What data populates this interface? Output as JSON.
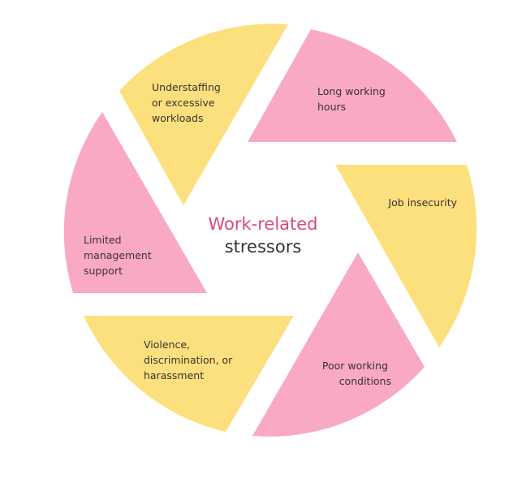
{
  "diagram": {
    "title_line1": "Work-related",
    "title_line2": "stressors",
    "colors": {
      "pink": "#f9a9c5",
      "yellow": "#fde07e",
      "title_accent": "#d9497f",
      "title_dark": "#333333",
      "label_text": "#3b3030"
    },
    "segments": [
      {
        "label_lines": [
          "Long working",
          "hours"
        ],
        "color": "pink"
      },
      {
        "label_lines": [
          "Job insecurity"
        ],
        "color": "yellow"
      },
      {
        "label_lines": [
          "Poor working",
          "conditions"
        ],
        "color": "pink"
      },
      {
        "label_lines": [
          "Violence,",
          "discrimination, or",
          "harassment"
        ],
        "color": "yellow"
      },
      {
        "label_lines": [
          "Limited",
          "management",
          "support"
        ],
        "color": "pink"
      },
      {
        "label_lines": [
          "Understaffing",
          "or excessive",
          "workloads"
        ],
        "color": "yellow"
      }
    ]
  }
}
